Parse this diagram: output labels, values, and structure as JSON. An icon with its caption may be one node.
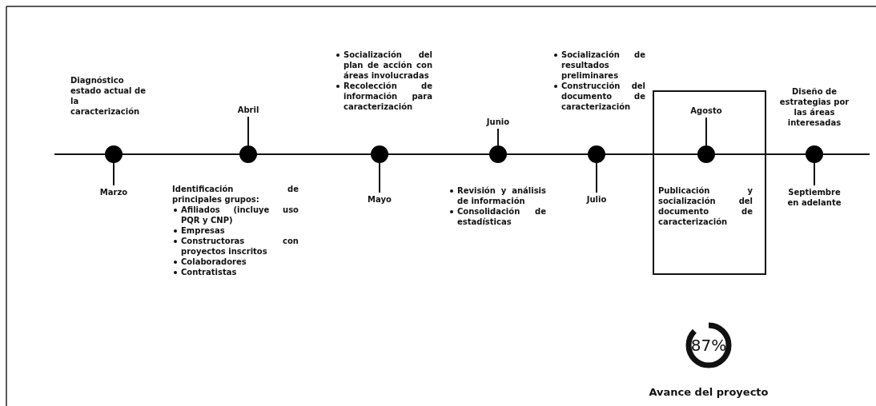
{
  "diagram": {
    "nodes": [
      {
        "text": [],
        "shape": "circle",
        "beside": [
          "Diagnóstico estado actual de la caracterización"
        ]
      },
      {
        "text": [
          "Marzo"
        ]
      },
      {
        "text": [],
        "shape": "circle"
      },
      {
        "text": [
          "Abril"
        ],
        "beside": [
          "Identificación de principales grupos:",
          "Afiliados (incluye uso PQR y CNP)",
          "Empresas",
          "Constructoras con proyectos inscritos",
          "Colaboradores",
          "Contratistas"
        ]
      },
      {
        "text": [],
        "shape": "circle"
      },
      {
        "text": [
          "Mayo"
        ],
        "beside": [
          "Socialización del plan de acción con áreas involucradas",
          "Recolección de información para caracterización"
        ]
      },
      {
        "text": [],
        "shape": "circle"
      },
      {
        "text": [
          "Junio"
        ],
        "beside": [
          "Revisión y análisis de información",
          "Consolidación de estadísticas"
        ]
      },
      {
        "text": [],
        "shape": "circle"
      },
      {
        "text": [
          "Julio"
        ],
        "beside": [
          "Socialización de resultados preliminares",
          "Construcción del documento de caracterización"
        ]
      },
      {
        "text": [],
        "shape": "box"
      },
      {
        "text": [],
        "shape": "circle",
        "in": 10,
        "beside": [
          "Publicación y socialización del documento de caracterización"
        ]
      },
      {
        "text": [
          "Agosto"
        ],
        "in": 10
      },
      {
        "text": [],
        "shape": "circle",
        "beside": [
          "Diseño de estrategias por las áreas interesadas"
        ]
      },
      {
        "text": [
          "Septiembre en adelante"
        ]
      },
      {
        "text": [
          "87%"
        ],
        "beside": [
          "Avance del proyecto"
        ]
      }
    ],
    "edges": [
      {
        "from": null,
        "to": 0,
        "arrow": "none"
      },
      {
        "from": 0,
        "to": 2,
        "arrow": "none"
      },
      {
        "from": 2,
        "to": 4,
        "arrow": "none"
      },
      {
        "from": 4,
        "to": 6,
        "arrow": "none"
      },
      {
        "from": 6,
        "to": 8,
        "arrow": "none"
      },
      {
        "from": 8,
        "to": 11,
        "arrow": "none"
      },
      {
        "from": 11,
        "to": 13,
        "arrow": "none"
      },
      {
        "from": 13,
        "to": null,
        "arrow": "none"
      },
      {
        "from": 0,
        "to": 1,
        "arrow": "none"
      },
      {
        "from": 2,
        "to": 3,
        "arrow": "none"
      },
      {
        "from": 4,
        "to": 5,
        "arrow": "none"
      },
      {
        "from": 6,
        "to": 7,
        "arrow": "none"
      },
      {
        "from": 8,
        "to": 9,
        "arrow": "none"
      },
      {
        "from": 11,
        "to": 12,
        "arrow": "none"
      },
      {
        "from": 13,
        "to": 14,
        "arrow": "none"
      }
    ]
  }
}
